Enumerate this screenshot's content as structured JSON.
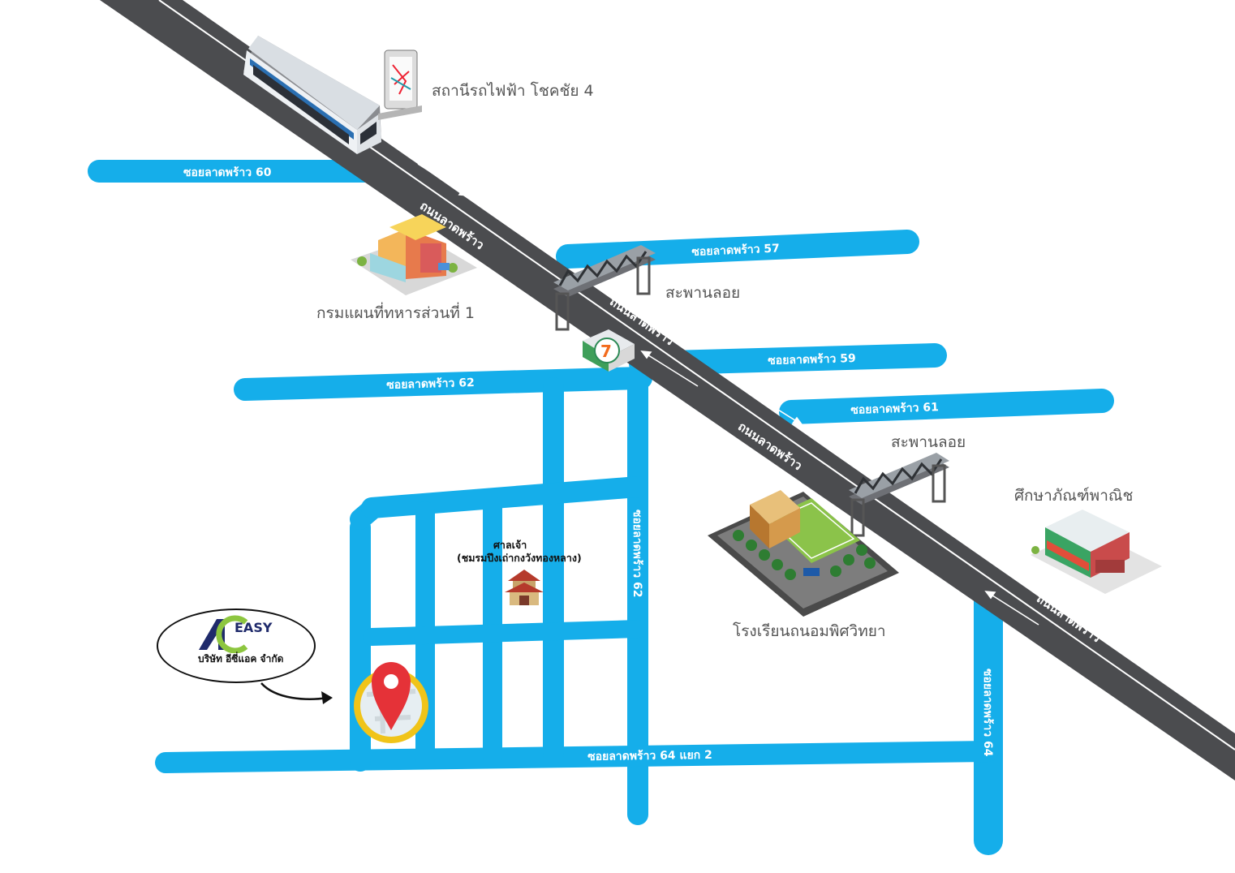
{
  "map": {
    "colors": {
      "main_road": "#4b4c4f",
      "soi_road": "#15aeea",
      "lane_line": "#ffffff",
      "marker": "#e53238",
      "marker_ring": "#f0c419",
      "logo_navy": "#1f2a6b",
      "logo_green": "#8dc63f"
    },
    "station": "สถานีรถไฟฟ้า โชคชัย 4",
    "main_road_labels": [
      "ถนนลาดพร้าว",
      "ถนนลาดพร้าว",
      "ถนนลาดพร้าว",
      "ถนนลาดพร้าว"
    ],
    "soi_labels": {
      "soi60": "ซอยลาดพร้าว 60",
      "soi57": "ซอยลาดพร้าว 57",
      "soi59": "ซอยลาดพร้าว 59",
      "soi61": "ซอยลาดพร้าว 61",
      "soi62_h": "ซอยลาดพร้าว 62",
      "soi62_v": "ซอยลาดพร้าว 62",
      "soi64": "ซอยลาดพร้าว 64",
      "soi64_2": "ซอยลาดพร้าว 64 แยก 2"
    },
    "places": {
      "bridge1": "สะพานลอย",
      "bridge2": "สะพานลอย",
      "military_office": "กรมแผนที่ทหารส่วนที่ 1",
      "school": "โรงเรียนถนอมพิศวิทยา",
      "commerce_school": "ศึกษาภัณฑ์พาณิช",
      "shrine_line1": "ศาลเจ้า",
      "shrine_line2": "(ชมรมปึงเถ่ากงวังทองหลาง)"
    },
    "icons": [
      "train-icon",
      "map-sign-icon",
      "building-icon",
      "bridge-icon",
      "store-icon",
      "school-icon",
      "shop-icon",
      "shrine-icon",
      "location-pin-icon",
      "arrow-icon"
    ],
    "company": {
      "logo_text": "EASY",
      "name": "บริษัท อีซี่แอค จำกัด"
    }
  }
}
